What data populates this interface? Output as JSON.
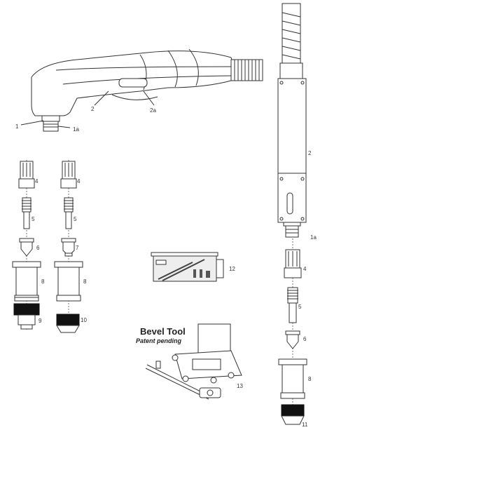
{
  "labels": {
    "handle_1": "1",
    "handle_1a": "1a",
    "handle_2": "2",
    "handle_2a": "2a",
    "a_4": "4",
    "a_5": "5",
    "a_6": "6",
    "a_8": "8",
    "a_9": "9",
    "b_4": "4",
    "b_5": "5",
    "b_7": "7",
    "b_8": "8",
    "b_10": "10",
    "kit_12": "12",
    "bevel_13": "13",
    "m_2": "2",
    "m_1a": "1a",
    "m_4": "4",
    "m_5": "5",
    "m_6": "6",
    "m_8": "8",
    "m_11": "11"
  },
  "bevel_tool": {
    "title": "Bevel Tool",
    "subtitle": "Patent pending"
  }
}
